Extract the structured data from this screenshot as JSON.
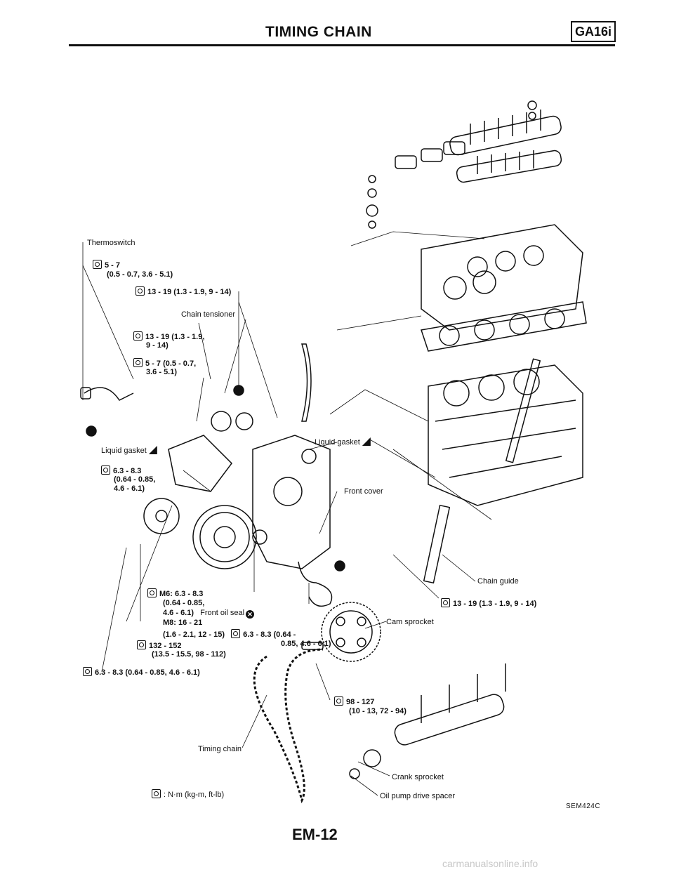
{
  "header": {
    "title": "TIMING CHAIN",
    "engine": "GA16i"
  },
  "labels": {
    "thermoswitch": "Thermoswitch",
    "t1a": "5 - 7",
    "t1b": "(0.5 - 0.7, 3.6 - 5.1)",
    "t2": "13 - 19 (1.3 - 1.9, 9 - 14)",
    "chain_tensioner": "Chain tensioner",
    "t3a": "13 - 19 (1.3 - 1.9,",
    "t3b": "9 - 14)",
    "t4a": "5 - 7 (0.5 - 0.7,",
    "t4b": "3.6 - 5.1)",
    "liquid_gasket_left": "Liquid gasket",
    "liquid_gasket_right": "Liquid gasket",
    "t5a": "6.3 - 8.3",
    "t5b": "(0.64 - 0.85,",
    "t5c": "4.6 - 6.1)",
    "front_cover": "Front cover",
    "chain_guide": "Chain guide",
    "t6": "13 - 19 (1.3 - 1.9, 9 - 14)",
    "t7a": "M6: 6.3 - 8.3",
    "t7b": "(0.64 - 0.85,",
    "t7c": "4.6 - 6.1)",
    "front_oil_seal": "Front oil seal",
    "t7d": "M8: 16 - 21",
    "t7e": "(1.6 - 2.1, 12 - 15)",
    "t8a": "6.3 - 8.3 (0.64 -",
    "t8b": "0.85, 4.6 - 6.1)",
    "cam_sprocket": "Cam sprocket",
    "t9a": "132 - 152",
    "t9b": "(13.5 - 15.5, 98 - 112)",
    "t10": "6.3 - 8.3 (0.64 - 0.85, 4.6 - 6.1)",
    "t11a": "98 - 127",
    "t11b": "(10 - 13, 72 - 94)",
    "timing_chain": "Timing chain",
    "crank_sprocket": "Crank sprocket",
    "oil_pump_drive_spacer": "Oil pump drive spacer",
    "legend": ": N·m (kg-m, ft-lb)"
  },
  "footer": {
    "page": "EM-12",
    "code": "SEM424C",
    "watermark": "carmanualsonline.info"
  }
}
